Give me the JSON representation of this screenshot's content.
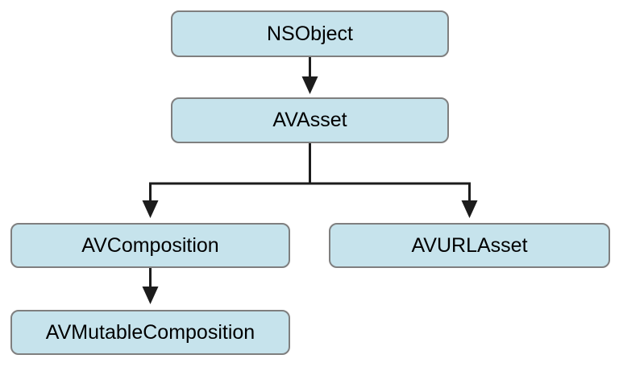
{
  "diagram": {
    "type": "class-hierarchy",
    "nodes": [
      {
        "id": "nsobject",
        "label": "NSObject"
      },
      {
        "id": "avasset",
        "label": "AVAsset"
      },
      {
        "id": "avcomposition",
        "label": "AVComposition"
      },
      {
        "id": "avurlasset",
        "label": "AVURLAsset"
      },
      {
        "id": "avmutablecomposition",
        "label": "AVMutableComposition"
      }
    ],
    "edges": [
      {
        "from": "NSObject",
        "to": "AVAsset"
      },
      {
        "from": "AVAsset",
        "to": "AVComposition"
      },
      {
        "from": "AVAsset",
        "to": "AVURLAsset"
      },
      {
        "from": "AVComposition",
        "to": "AVMutableComposition"
      }
    ],
    "colors": {
      "node_fill": "#c6e3ec",
      "node_border": "#7f7f7f",
      "connector": "#1c1c1c",
      "text": "#000000",
      "background": "#ffffff"
    }
  }
}
